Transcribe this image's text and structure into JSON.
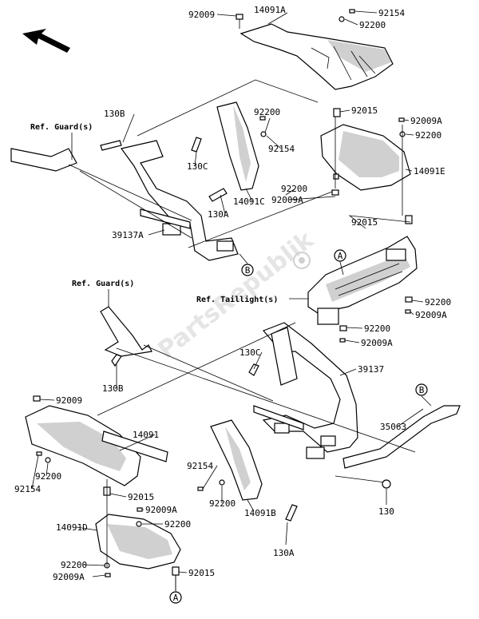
{
  "diagram": {
    "watermark": "PartsRepublik",
    "reference_labels": {
      "guard_top": "Ref. Guard(s)",
      "guard_mid": "Ref. Guard(s)",
      "taillight": "Ref. Taillight(s)"
    },
    "circle_markers": {
      "a1": "A",
      "b1": "B",
      "b2": "B",
      "a2": "A"
    },
    "part_labels": {
      "p01": "92009",
      "p02": "14091A",
      "p03": "92154",
      "p04": "92200",
      "p05": "130B",
      "p06": "92200",
      "p07": "92015",
      "p08": "92154",
      "p09": "92009A",
      "p10": "92200",
      "p11": "130C",
      "p12": "14091E",
      "p13": "14091C",
      "p14": "92200",
      "p15": "92009A",
      "p16": "130A",
      "p17": "92015",
      "p18": "39137A",
      "p19": "92200",
      "p20": "92009A",
      "p21": "92200",
      "p22": "92009A",
      "p23": "130C",
      "p24": "39137",
      "p25": "130B",
      "p26": "92009",
      "p27": "14091",
      "p28": "35063",
      "p29": "92154",
      "p30": "92200",
      "p31": "92154",
      "p32": "92200",
      "p33": "92015",
      "p34": "14091B",
      "p35": "130",
      "p36": "92009A",
      "p37": "92200",
      "p38": "14091D",
      "p39": "92200",
      "p40": "92009A",
      "p41": "92015",
      "p42": "130A"
    }
  }
}
